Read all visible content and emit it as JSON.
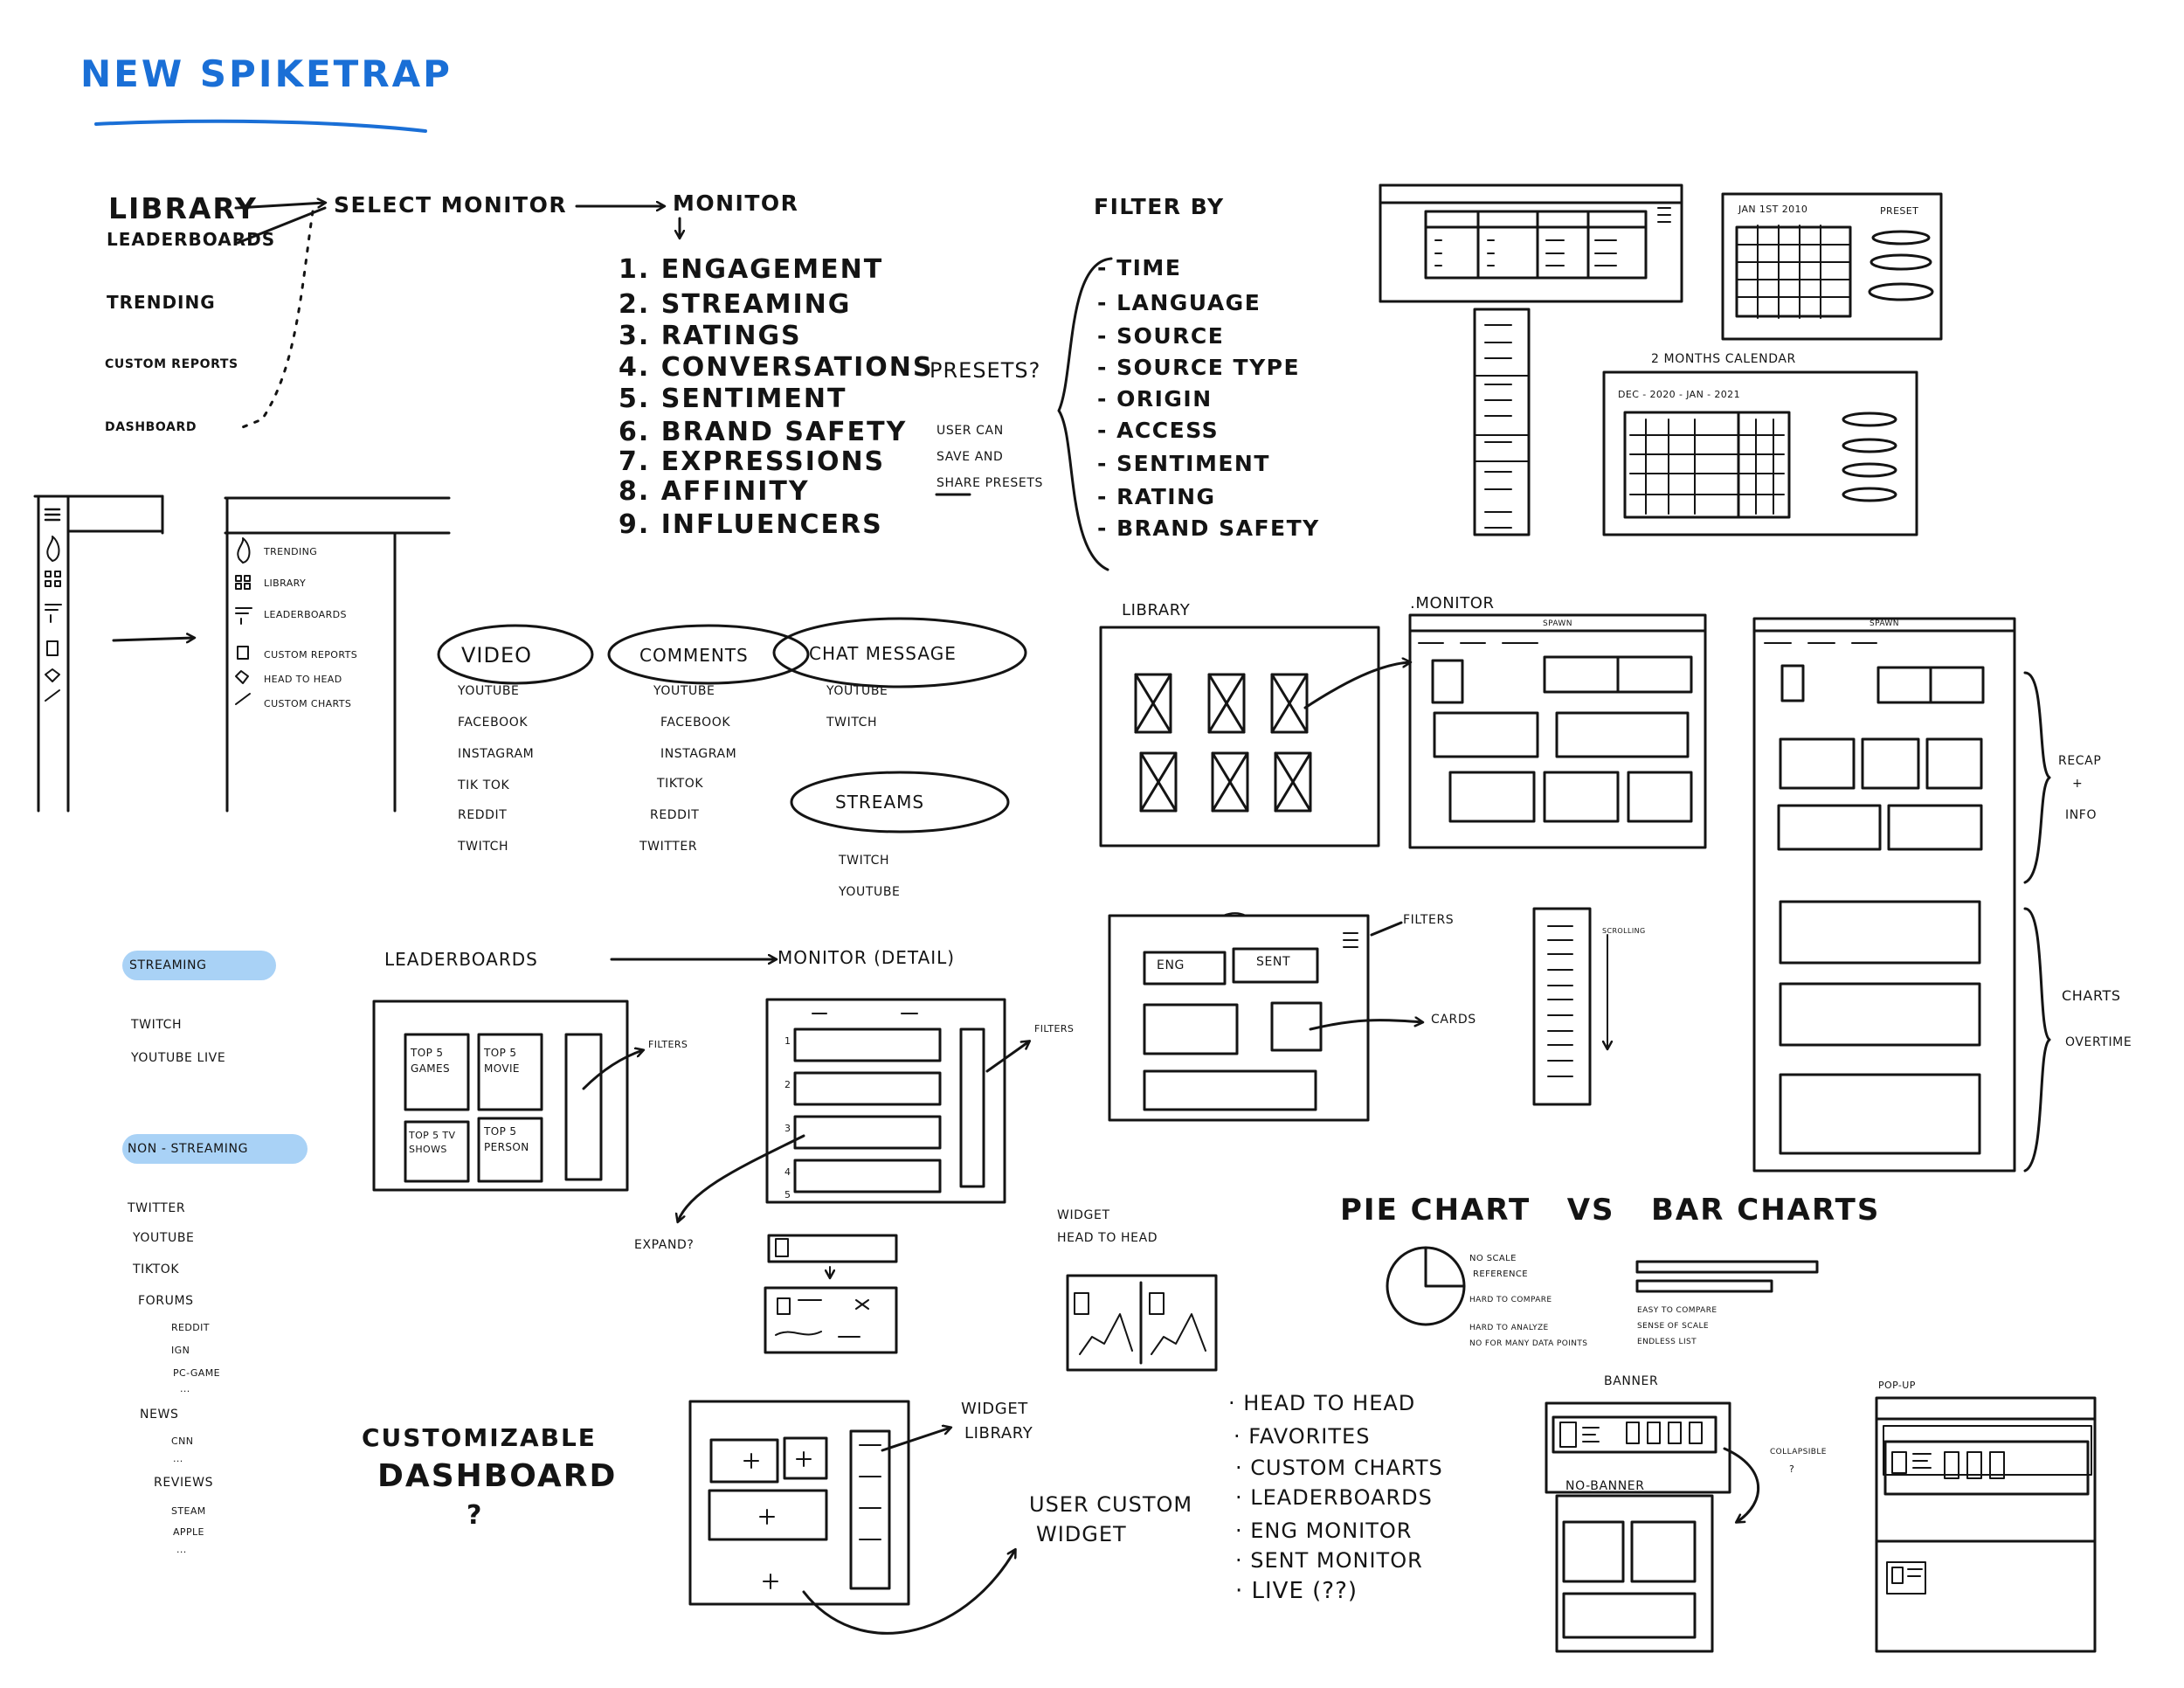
{
  "title": "New Spiketrap",
  "colors": {
    "ink": "#141414",
    "accent": "#1a6fd6",
    "highlight": "#a9d2f6"
  },
  "flow": {
    "nav": [
      "Library",
      "Leaderboards",
      "Trending",
      "Custom Reports",
      "Dashboard"
    ],
    "select_monitor": "Select Monitor",
    "monitor": "Monitor",
    "monitor_items": [
      "1. Engagement",
      "2. Streaming",
      "3. Ratings",
      "4. Conversations",
      "5. Sentiment",
      "6. Brand Safety",
      "7. Expressions",
      "8. Affinity",
      "9. Influencers"
    ]
  },
  "presets": {
    "question": "Presets?",
    "note": [
      "User can",
      "save and",
      "share presets"
    ]
  },
  "filter_by": {
    "title": "Filter by",
    "items": [
      "- Time",
      "- Language",
      "- Source",
      "- Source type",
      "- Origin",
      "- Access",
      "- Sentiment",
      "- Rating",
      "- Brand safety"
    ]
  },
  "calendar": {
    "date": "Jan 1st 2010",
    "preset": "Preset",
    "two_months": "2 months calendar",
    "months": "Dec - 2020 - Jan - 2021"
  },
  "sidebar_menu": [
    "Trending",
    "Library",
    "Leaderboards",
    "Custom Reports",
    "Head to head",
    "Custom Charts"
  ],
  "sources": {
    "video": {
      "title": "Video",
      "items": [
        "Youtube",
        "Facebook",
        "Instagram",
        "Tik Tok",
        "Reddit",
        "Twitch"
      ]
    },
    "comments": {
      "title": "Comments",
      "items": [
        "Youtube",
        "Facebook",
        "Instagram",
        "Tiktok",
        "Reddit",
        "Twitter"
      ]
    },
    "chat": {
      "title": "Chat message",
      "items": [
        "Youtube",
        "Twitch"
      ]
    },
    "streams": {
      "title": "Streams",
      "items": [
        "Twitch",
        "Youtube"
      ]
    }
  },
  "wire_labels": {
    "library": "Library",
    "monitor": ".Monitor",
    "spawn": "Spawn",
    "recap": [
      "Recap",
      "+",
      "Info"
    ],
    "charts": [
      "Charts",
      "overtime"
    ],
    "filters": "Filters",
    "cards": "Cards",
    "eng": "Eng",
    "sent": "Sent",
    "scroll": "Scrolling"
  },
  "streaming": {
    "label": "Streaming",
    "items": [
      "Twitch",
      "Youtube Live"
    ]
  },
  "non_streaming": {
    "label": "Non - Streaming",
    "items": [
      "Twitter",
      "YouTube",
      "Tiktok",
      "Forums"
    ],
    "forums": [
      "Reddit",
      "IGN",
      "PC-Game",
      "..."
    ],
    "news_title": "News",
    "news": [
      "CNN",
      "..."
    ],
    "reviews_title": "Reviews",
    "reviews": [
      "Steam",
      "Apple",
      "..."
    ]
  },
  "leaderboards": {
    "title": "Leaderboards",
    "monitor_detail": "Monitor (detail)",
    "cards": [
      "Top 5 Games",
      "Top 5 Movie",
      "Top 5 TV Shows",
      "Top 5 Person"
    ],
    "filters": "Filters",
    "expand": "Expand?",
    "rows": [
      "1",
      "2",
      "3",
      "4",
      "5"
    ]
  },
  "widget_h2h": [
    "Widget",
    "Head to head"
  ],
  "pie_vs_bar": {
    "title": "Pie chart   vs   Bar charts",
    "pie_notes": [
      "No scale",
      "reference",
      "Hard to compare",
      "Hard to analyze",
      "No for many data points"
    ],
    "bar_notes": [
      "Easy to compare",
      "Sense of scale",
      "Endless list"
    ]
  },
  "dashboard": {
    "title": [
      "Customizable",
      "Dashboard",
      "?"
    ],
    "widget_library": [
      "Widget",
      "Library"
    ],
    "user_custom": [
      "User custom",
      "widget"
    ],
    "list": [
      "· Head to Head",
      "· Favorites",
      "· Custom Charts",
      "· Leaderboards",
      "· Eng Monitor",
      "· Sent Monitor",
      "· Live (??)"
    ]
  },
  "banner": {
    "banner": "Banner",
    "no_banner": "No-Banner",
    "collapsible": [
      "Collapsible",
      "?"
    ],
    "popup": "Pop-up"
  }
}
